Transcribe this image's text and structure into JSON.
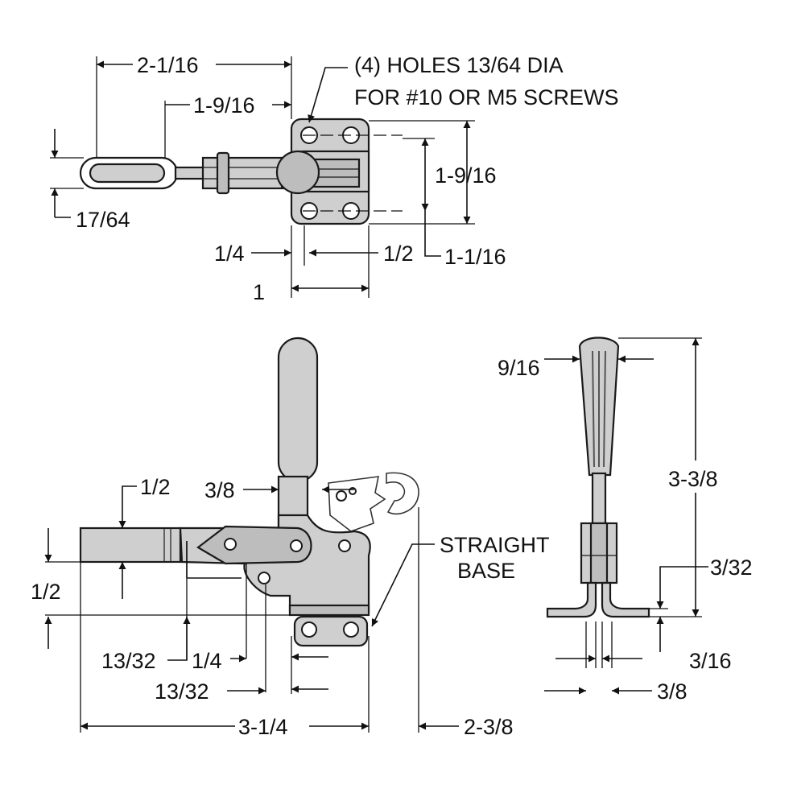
{
  "labels": {
    "top_width_overall": "2-1/16",
    "top_width_inner": "1-9/16",
    "holes_note_line1": "(4) HOLES 13/64 DIA",
    "holes_note_line2": "FOR #10 OR M5 SCREWS",
    "top_hole_spacing_vertical": "1-9/16",
    "handle_loop_height": "17/64",
    "top_edge_offset": "1/4",
    "top_hole_spacing_horizontal": "1/2",
    "top_base_depth": "1-1/16",
    "top_base_width": "1",
    "bar_height": "1/2",
    "handle_offset": "3/8",
    "side_height": "1/2",
    "straight_base_line1": "STRAIGHT",
    "straight_base_line2": "BASE",
    "pivot_offset_a": "13/32",
    "pivot_offset_b": "1/4",
    "pivot_offset_c": "13/32",
    "overall_length": "3-1/4",
    "open_clearance": "2-3/8",
    "handle_grip_width": "9/16",
    "handle_height": "3-3/8",
    "base_thickness": "3/32",
    "slot_width": "3/16",
    "base_flange": "3/8"
  }
}
